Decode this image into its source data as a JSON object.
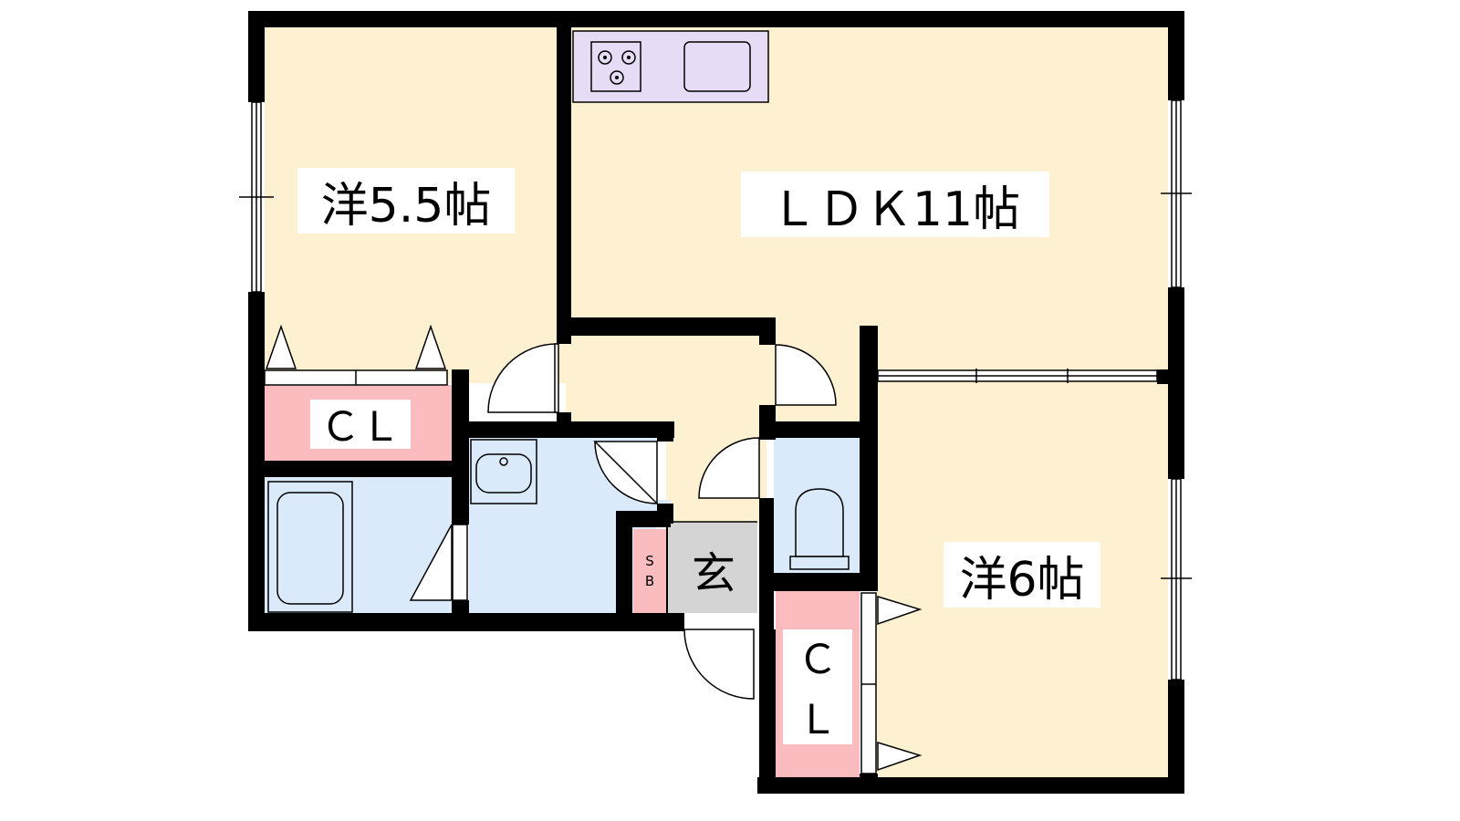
{
  "floorplan": {
    "rooms": {
      "western_room_1": {
        "label": "洋5.5帖"
      },
      "ldk": {
        "label": "ＬＤＫ11帖"
      },
      "western_room_2": {
        "label": "洋6帖"
      },
      "closet_1": {
        "label": "ＣＬ"
      },
      "closet_2": {
        "label_line1": "Ｃ",
        "label_line2": "Ｌ"
      },
      "entrance": {
        "label": "玄"
      },
      "shoe_box": {
        "label_line1": "S",
        "label_line2": "B"
      }
    },
    "colors": {
      "room": "#fdf1d1",
      "wet_area": "#dbeafb",
      "closet": "#fbbcbf",
      "kitchen": "#e6dcf5",
      "entrance": "#d4d4d4",
      "wall": "#000000"
    }
  }
}
